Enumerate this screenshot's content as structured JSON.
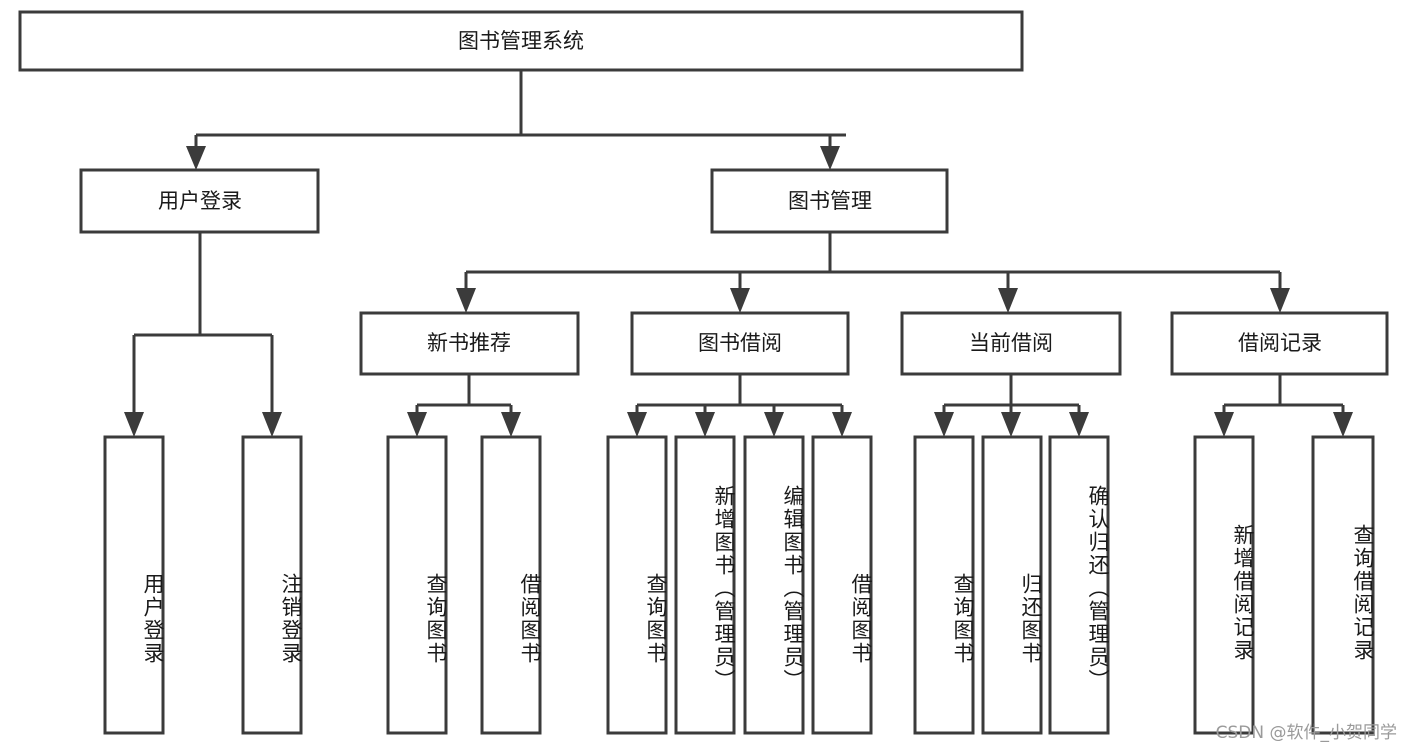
{
  "diagram": {
    "type": "tree-hierarchy",
    "title": "图书管理系统",
    "colors": {
      "box_stroke": "#3b3b3b",
      "box_fill": "#ffffff",
      "text": "#1a1a1a",
      "background": "#ffffff",
      "watermark": "#9a9a9a"
    },
    "root": {
      "label": "图书管理系统"
    },
    "level2": [
      {
        "label": "用户登录"
      },
      {
        "label": "图书管理"
      }
    ],
    "level3": [
      {
        "label": "新书推荐"
      },
      {
        "label": "图书借阅"
      },
      {
        "label": "当前借阅"
      },
      {
        "label": "借阅记录"
      }
    ],
    "leaves": {
      "user_login": [
        {
          "label": "用户登录"
        },
        {
          "label": "注销登录"
        }
      ],
      "new_book_recommend": [
        {
          "label": "查询图书"
        },
        {
          "label": "借阅图书"
        }
      ],
      "book_borrow": [
        {
          "label": "查询图书"
        },
        {
          "label": "新增图书（管理员）"
        },
        {
          "label": "编辑图书（管理员）"
        },
        {
          "label": "借阅图书"
        }
      ],
      "current_borrow": [
        {
          "label": "查询图书"
        },
        {
          "label": "归还图书"
        },
        {
          "label": "确认归还（管理员）"
        }
      ],
      "borrow_record": [
        {
          "label": "新增借阅记录"
        },
        {
          "label": "查询借阅记录"
        }
      ]
    }
  },
  "watermark": {
    "text": "CSDN @软件_小贺同学"
  }
}
